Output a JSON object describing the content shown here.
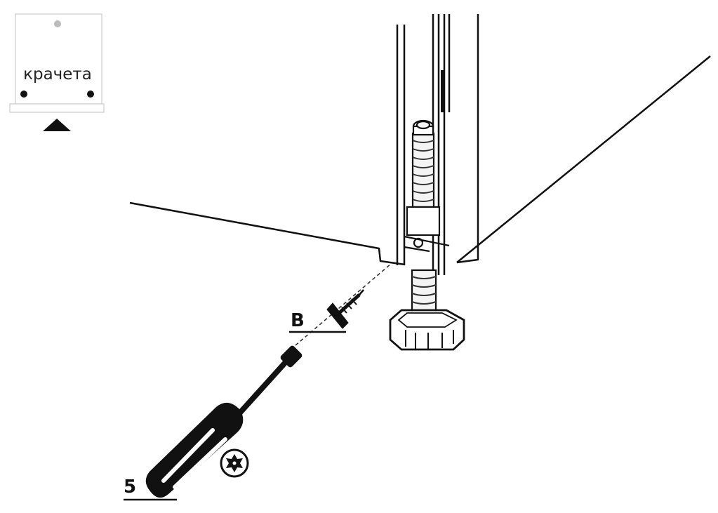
{
  "inset": {
    "label": "крачета"
  },
  "callouts": {
    "screw": "B",
    "screwdriver": "5"
  },
  "icons": {
    "torx": "torx-bit-icon",
    "arrow": "arrow-up-icon"
  },
  "colors": {
    "ink": "#111111",
    "paper": "#ffffff",
    "dot_gray": "#bbbbbb",
    "inset_border": "#cccccc"
  }
}
